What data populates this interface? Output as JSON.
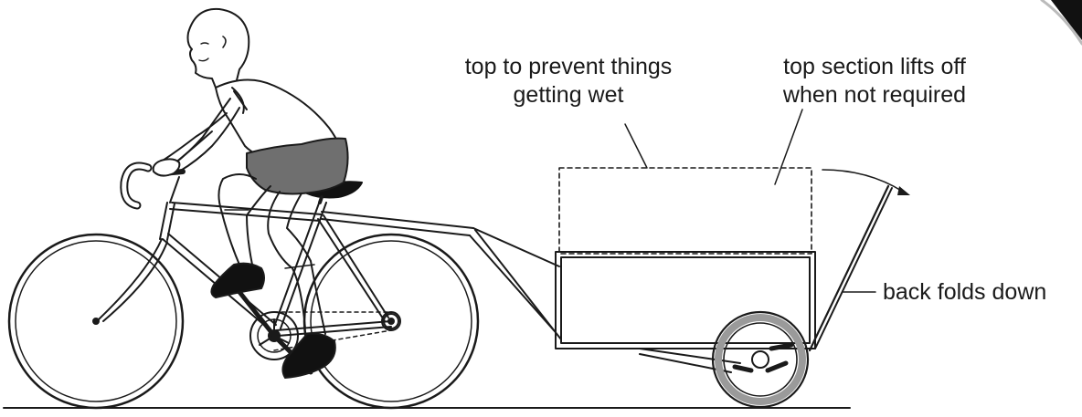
{
  "labels": {
    "top_line1": "top to prevent things",
    "top_line2": "getting wet",
    "lift_line1": "top section lifts off",
    "lift_line2": "when not required",
    "back": "back folds down"
  },
  "colors": {
    "ink": "#1a1a1a",
    "shorts": "#6f6f6f",
    "shoes": "#111111",
    "wheel_grey": "#9a9a9a"
  }
}
